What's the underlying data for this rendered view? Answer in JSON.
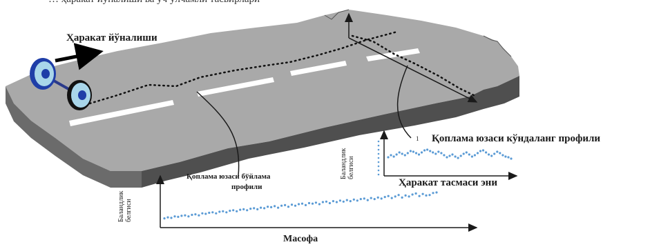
{
  "top_partial_text": "… ҳаракат йўналиши ва уч ўлчамли тасвирлари",
  "labels": {
    "direction": "Ҳаракат йўналиши",
    "longitudinal_profile_line1": "Қоплама юзаси бўйлама",
    "longitudinal_profile_line2": "профили",
    "transverse_profile": "Қоплама юзаси кўндаланг профили",
    "lane_width": "Ҳаракат тасмаси эни",
    "distance": "Масофа",
    "elevation_line1": "Баландлик",
    "elevation_line2": "белгиси",
    "corner_mark": "1"
  },
  "colors": {
    "surface_top": "#a9a9a9",
    "surface_front": "#6b6b6b",
    "surface_side": "#4f4f4f",
    "marking": "#ffffff",
    "profile_dots": "#5b9bd5",
    "wheel_blue": "#1f3ea8",
    "wheel_rim": "#a9d6ea",
    "axis": "#1a1a1a"
  },
  "icons": [
    "wheel-axle-icon",
    "direction-arrow-icon"
  ],
  "chart_data": [
    {
      "type": "scatter",
      "title": "Қоплама юзаси бўйлама профили",
      "xlabel": "Масофа",
      "ylabel": "Баландлик белгиси",
      "x": [
        1,
        2,
        3,
        4,
        5,
        6,
        7,
        8,
        9,
        10,
        11,
        12,
        13,
        14,
        15,
        16,
        17,
        18,
        19,
        20,
        21,
        22,
        23,
        24,
        25,
        26,
        27,
        28,
        29,
        30,
        31,
        32,
        33,
        34,
        35,
        36,
        37,
        38,
        39,
        40,
        41,
        42,
        43,
        44,
        45,
        46,
        47,
        48,
        49,
        50,
        51,
        52,
        53,
        54,
        55,
        56,
        57,
        58,
        59,
        60,
        61,
        62,
        63,
        64,
        65,
        66,
        67,
        68,
        69,
        70,
        71,
        72,
        73,
        74,
        75,
        76,
        77,
        78,
        79,
        80
      ],
      "values": [
        1.0,
        1.2,
        1.1,
        1.4,
        1.3,
        1.5,
        1.6,
        1.4,
        1.7,
        1.8,
        1.6,
        2.0,
        1.9,
        2.1,
        2.2,
        2.0,
        2.3,
        2.4,
        2.2,
        2.5,
        2.6,
        2.4,
        2.7,
        2.8,
        2.6,
        2.9,
        3.0,
        2.8,
        3.1,
        3.0,
        3.3,
        3.2,
        3.4,
        3.1,
        3.5,
        3.6,
        3.3,
        3.7,
        3.5,
        3.8,
        3.9,
        3.6,
        4.0,
        3.9,
        4.1,
        3.8,
        4.2,
        4.3,
        4.0,
        4.4,
        4.2,
        4.5,
        4.3,
        4.6,
        4.4,
        4.7,
        4.5,
        4.8,
        4.9,
        4.6,
        5.0,
        4.8,
        5.1,
        4.9,
        5.2,
        5.4,
        5.0,
        5.3,
        5.6,
        5.1,
        5.5,
        5.3,
        5.7,
        5.9,
        5.4,
        5.8,
        5.5,
        5.6,
        6.0,
        6.1
      ],
      "ylim": [
        0,
        8
      ],
      "grid": false
    },
    {
      "type": "scatter",
      "title": "Қоплама юзаси кўндаланг профили",
      "xlabel": "Ҳаракат тасмаси эни",
      "ylabel": "Баландлик белгиси",
      "x": [
        1,
        2,
        3,
        4,
        5,
        6,
        7,
        8,
        9,
        10,
        11,
        12,
        13,
        14,
        15,
        16,
        17,
        18,
        19,
        20,
        21,
        22,
        23,
        24,
        25,
        26,
        27,
        28,
        29,
        30,
        31,
        32,
        33,
        34,
        35,
        36,
        37,
        38,
        39,
        40,
        41,
        42,
        43,
        44,
        45
      ],
      "values": [
        2.0,
        2.3,
        2.1,
        2.4,
        2.7,
        2.5,
        2.3,
        2.6,
        2.9,
        2.8,
        2.6,
        2.4,
        2.7,
        3.0,
        3.1,
        2.9,
        2.7,
        2.5,
        2.8,
        2.6,
        2.3,
        2.0,
        2.2,
        2.4,
        2.1,
        1.9,
        2.2,
        2.5,
        2.7,
        2.4,
        2.1,
        2.3,
        2.6,
        2.9,
        3.0,
        2.7,
        2.4,
        2.2,
        2.5,
        2.8,
        2.6,
        2.3,
        2.1,
        2.0,
        1.8
      ],
      "ylim": [
        0,
        5
      ],
      "grid": false
    }
  ]
}
